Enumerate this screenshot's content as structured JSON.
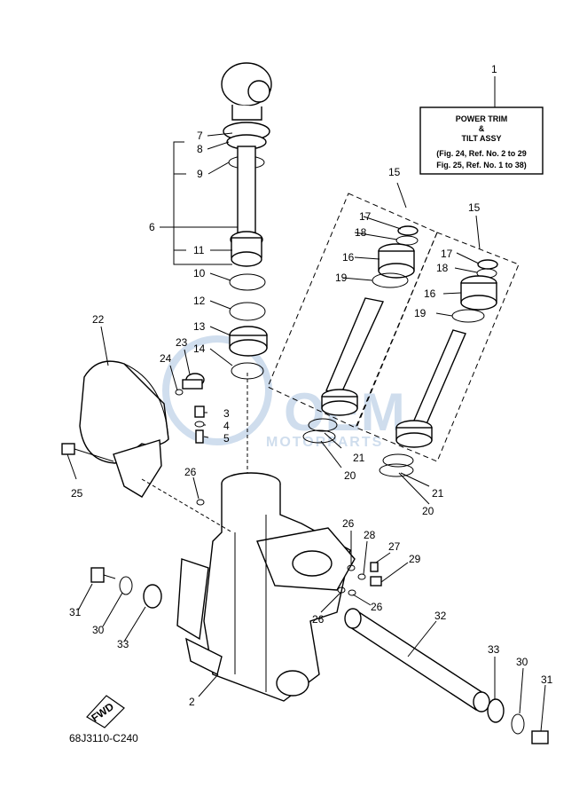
{
  "callout_box": {
    "line1": "POWER TRIM",
    "line2": "&",
    "line3": "TILT ASSY",
    "line4": "(Fig. 24, Ref. No. 2 to 29",
    "line5": "Fig. 25, Ref. No. 1 to 38)"
  },
  "diagram_code": "68J3110-C240",
  "fwd_label": "FWD",
  "watermark": {
    "word1": "OEM",
    "word2": "MOTORPARTS"
  },
  "labels": {
    "l1": "1",
    "l2": "2",
    "l3": "3",
    "l4": "4",
    "l5": "5",
    "l6": "6",
    "l7": "7",
    "l8": "8",
    "l9": "9",
    "l10a": "10",
    "l11": "11",
    "l12": "12",
    "l13": "13",
    "l14": "14",
    "l15a": "15",
    "l15b": "15",
    "l16a": "16",
    "l16b": "16",
    "l17a": "17",
    "l17b": "17",
    "l18a": "18",
    "l18b": "18",
    "l19a": "19",
    "l19b": "19",
    "l20a": "20",
    "l20b": "20",
    "l21a": "21",
    "l21b": "21",
    "l22": "22",
    "l23": "23",
    "l24": "24",
    "l25": "25",
    "l26a": "26",
    "l26b": "26",
    "l26c": "26",
    "l26d": "26",
    "l27": "27",
    "l28": "28",
    "l29": "29",
    "l30a": "30",
    "l30b": "30",
    "l31a": "31",
    "l31b": "31",
    "l32": "32",
    "l33a": "33",
    "l33b": "33"
  }
}
